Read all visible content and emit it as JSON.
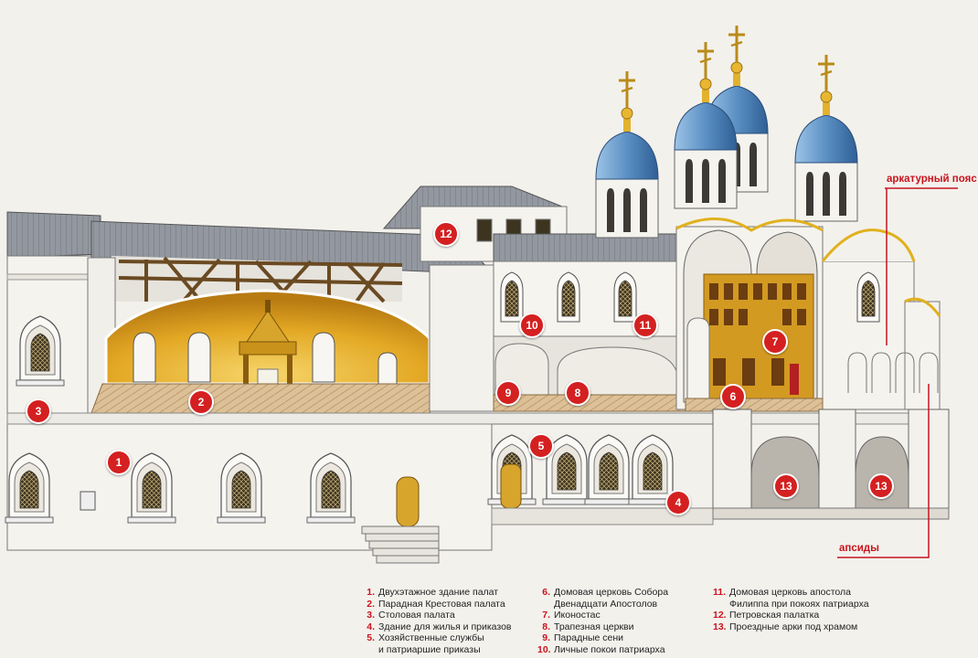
{
  "callouts": {
    "arcature": "аркатурный пояс",
    "apses": "апсиды"
  },
  "markers": [
    "1",
    "2",
    "3",
    "4",
    "5",
    "6",
    "7",
    "8",
    "9",
    "10",
    "11",
    "12",
    "13",
    "13"
  ],
  "legend": [
    {
      "num": "1.",
      "text": "Двухэтажное здание палат"
    },
    {
      "num": "2.",
      "text": "Парадная Крестовая палата"
    },
    {
      "num": "3.",
      "text": "Столовая палата"
    },
    {
      "num": "4.",
      "text": "Здание для жилья и приказов"
    },
    {
      "num": "5.",
      "text": "Хозяйственные службы\nи патриаршие приказы"
    },
    {
      "num": "6.",
      "text": "Домовая церковь Собора\nДвенадцати Апостолов"
    },
    {
      "num": "7.",
      "text": "Иконостас"
    },
    {
      "num": "8.",
      "text": "Трапезная церкви"
    },
    {
      "num": "9.",
      "text": "Парадные сени"
    },
    {
      "num": "10.",
      "text": "Личные покои патриарха"
    },
    {
      "num": "11.",
      "text": "Домовая церковь апостола\nФилиппа при покоях патриарха"
    },
    {
      "num": "12.",
      "text": "Петровская палатка"
    },
    {
      "num": "13.",
      "text": "Проездные арки под храмом"
    }
  ],
  "colors": {
    "marker": "#d42020",
    "callout": "#c8141e",
    "wall": "#f4f2ee",
    "roof": "#8a8f96",
    "dome": "#5b90c4",
    "gold": "#e0a81c",
    "floor": "#d9bb8e"
  }
}
